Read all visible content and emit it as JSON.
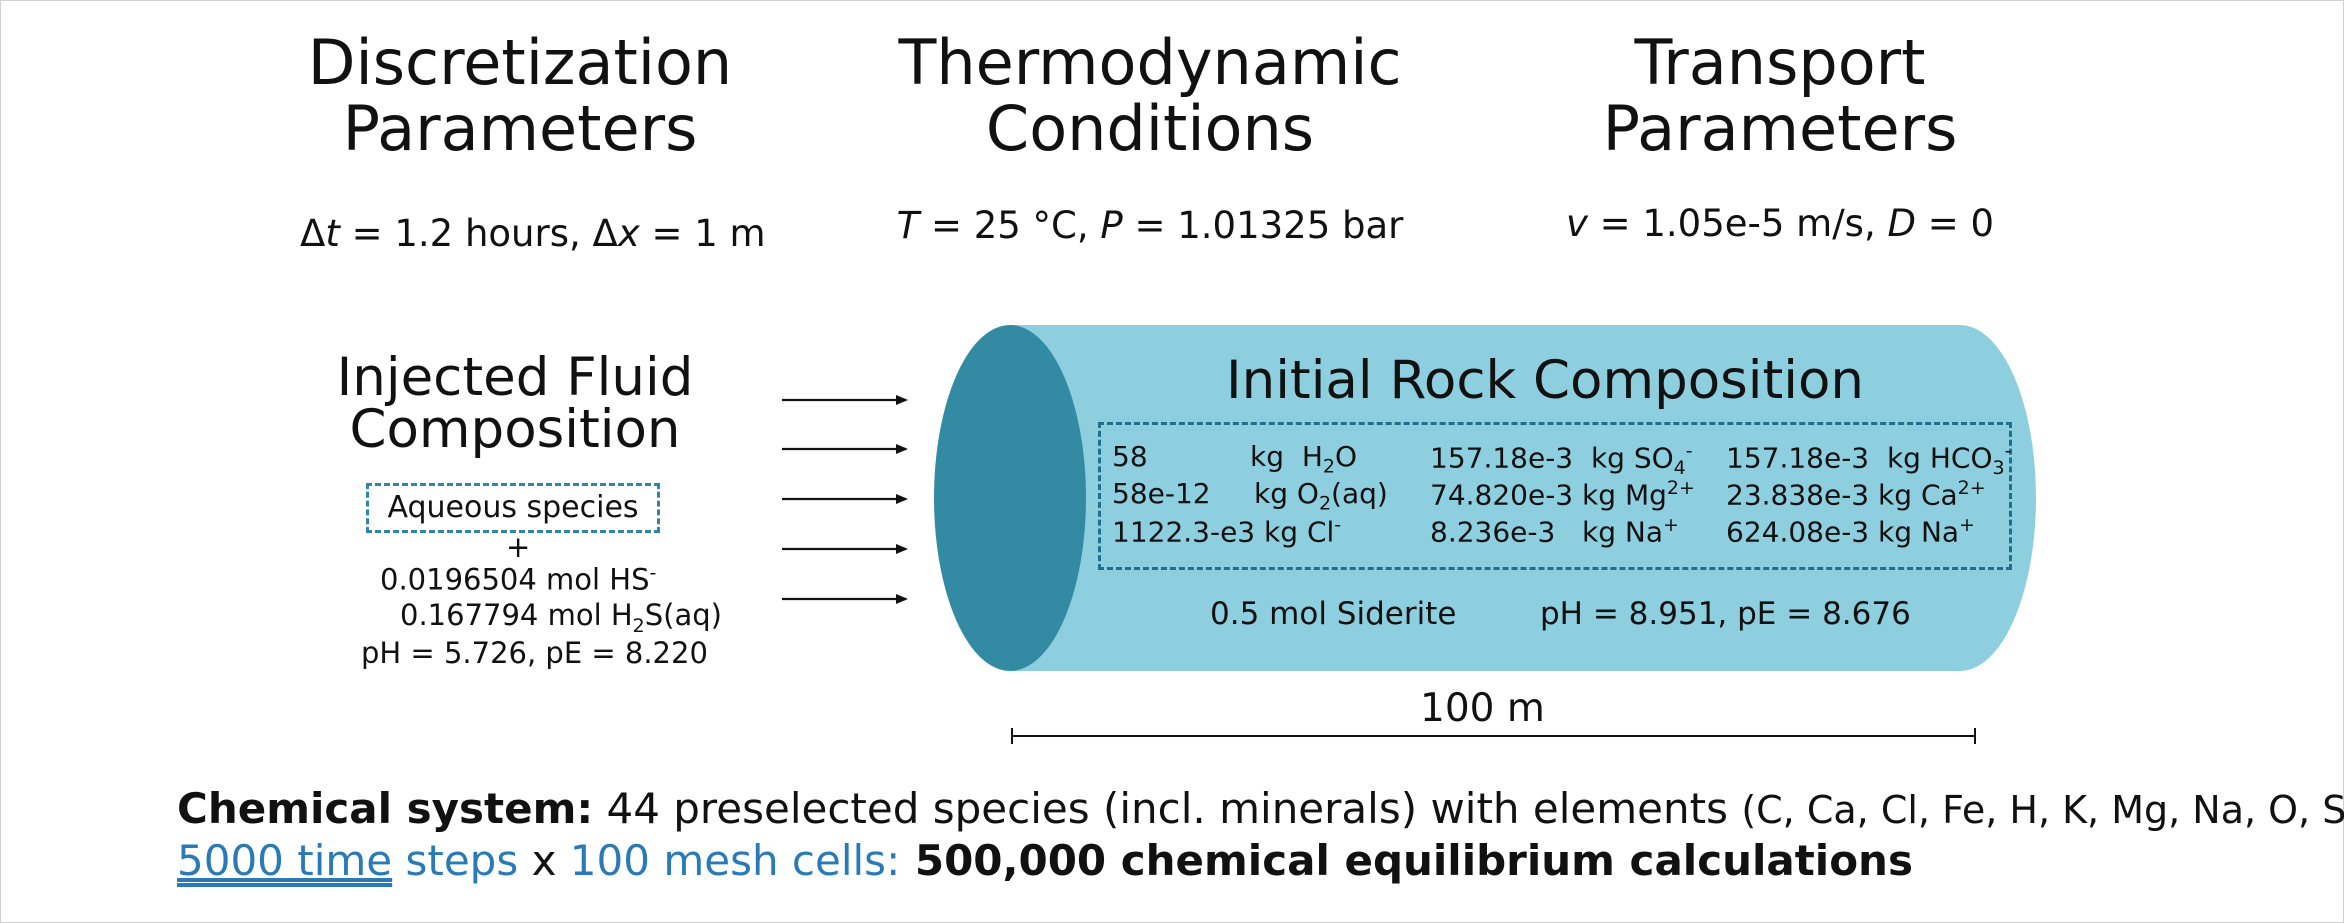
{
  "headers": {
    "discretization": {
      "line1": "Discretization",
      "line2": "Parameters",
      "delta_t_symbol": "Δ",
      "t_var": "t",
      "dt_value": " = 1.2 hours, Δ",
      "x_var": "x",
      "dx_value": " = 1 m"
    },
    "thermodynamic": {
      "line1": "Thermodynamic",
      "line2": "Conditions",
      "T_var": "T",
      "T_value": " = 25 °C, ",
      "P_var": "P",
      "P_value": " = 1.01325 bar"
    },
    "transport": {
      "line1": "Transport",
      "line2": "Parameters",
      "v_var": "v",
      "v_value": " = 1.05e-5 m/s, ",
      "D_var": "D",
      "D_value": " = 0"
    }
  },
  "injected_fluid": {
    "title_line1": "Injected Fluid",
    "title_line2": "Composition",
    "box_label": "Aqueous species",
    "plus": "+",
    "hs_amount": "0.0196504 mol HS",
    "hs_charge": "-",
    "h2s_amount": "0.167794 mol H",
    "h2s_sub": "2",
    "h2s_rest": "S(aq)",
    "ph_pe": "pH = 5.726, pE = 8.220"
  },
  "rock": {
    "title": "Initial Rock Composition",
    "col1": [
      {
        "amount": "58",
        "unit": "kg",
        "species": "H",
        "sub": "2",
        "rest": "O",
        "sup": ""
      },
      {
        "amount": "58e-12",
        "unit": "kg",
        "species": "O",
        "sub": "2",
        "rest": "(aq)",
        "sup": ""
      },
      {
        "amount": "1122.3-e3",
        "unit": "kg",
        "species": "Cl",
        "sub": "",
        "rest": "",
        "sup": "-"
      }
    ],
    "col2": [
      {
        "amount": "157.18e-3",
        "unit": "kg",
        "species": "SO",
        "sub": "4",
        "rest": "",
        "sup": "-"
      },
      {
        "amount": "74.820e-3",
        "unit": "kg",
        "species": "Mg",
        "sub": "",
        "rest": "",
        "sup": "2+"
      },
      {
        "amount": "8.236e-3",
        "unit": "kg",
        "species": "Na",
        "sub": "",
        "rest": "",
        "sup": "+"
      }
    ],
    "col3": [
      {
        "amount": "157.18e-3",
        "unit": "kg",
        "species": "HCO",
        "sub": "3",
        "rest": "",
        "sup": "-"
      },
      {
        "amount": "23.838e-3",
        "unit": "kg",
        "species": "Ca",
        "sub": "",
        "rest": "",
        "sup": "2+"
      },
      {
        "amount": "624.08e-3",
        "unit": "kg",
        "species": "Na",
        "sub": "",
        "rest": "",
        "sup": "+"
      }
    ],
    "mineral": "0.5 mol Siderite",
    "ph_pe": "pH = 8.951, pE = 8.676",
    "length": "100 m"
  },
  "footer": {
    "line1_bold": "Chemical system:",
    "line1_text": " 44 preselected species (incl. minerals) with elements ",
    "line1_elements": "(C, Ca, Cl, Fe, H, K, Mg, Na, O, S)",
    "line2_link": "5000 time",
    "line2_steps": " steps",
    "line2_x": " x ",
    "line2_cells": "100 mesh cells:",
    "line2_bold": " 500,000 chemical equilibrium calculations"
  },
  "colors": {
    "cylinder_body": "#8dcfde",
    "cylinder_end": "#338ba3",
    "dashed_box": "#2f86a6",
    "link_blue": "#2a7ab8"
  },
  "icons": {
    "arrows": "arrow-right-icon"
  }
}
